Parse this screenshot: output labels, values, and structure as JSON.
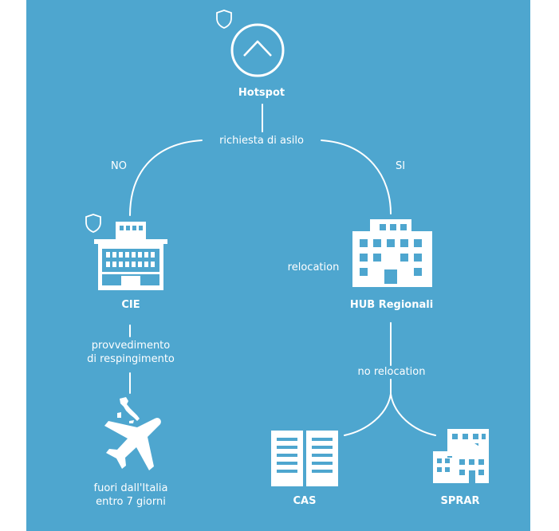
{
  "nodes": {
    "hotspot": {
      "label": "Hotspot"
    },
    "cie": {
      "label": "CIE"
    },
    "hub": {
      "label": "HUB Regionali"
    },
    "cas": {
      "label": "CAS"
    },
    "sprar": {
      "label": "SPRAR"
    },
    "exit": {
      "label_line1": "fuori dall'Italia",
      "label_line2": "entro 7 giorni"
    }
  },
  "edges": {
    "asylum_request": "richiesta di asilo",
    "no": "NO",
    "si": "SI",
    "relocation": "relocation",
    "rejection_line1": "provvedimento",
    "rejection_line2": "di respingimento",
    "no_relocation": "no relocation"
  },
  "colors": {
    "background": "#4ea6cf",
    "foreground": "#ffffff"
  },
  "icons": [
    "shield-icon",
    "chevron-up-icon",
    "building-icon",
    "office-tower-icon",
    "airplane-icon",
    "italy-map-icon",
    "apartment-icon",
    "houses-icon"
  ]
}
